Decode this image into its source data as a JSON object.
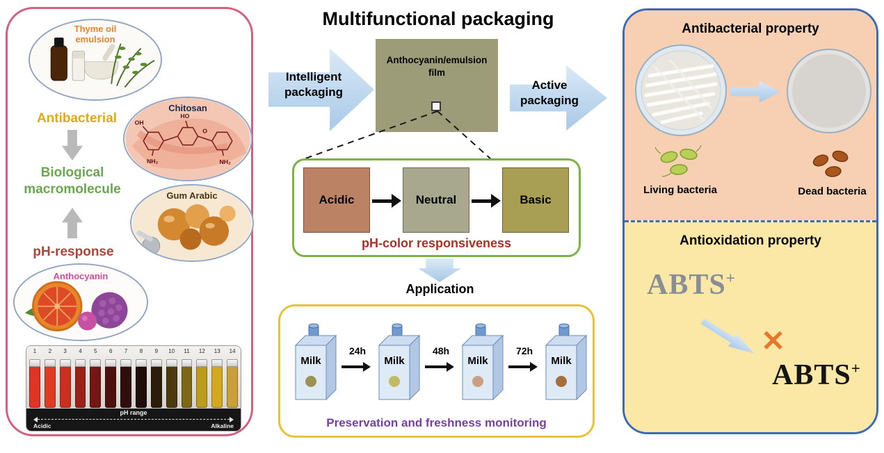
{
  "title": "Multifunctional packaging",
  "left_panel": {
    "thyme_label": "Thyme oil emulsion",
    "antibacterial_label": "Antibacterial",
    "chitosan_label": "Chitosan",
    "chem_labels": [
      "OH",
      "NH₂",
      "HO",
      "O",
      "NH₂"
    ],
    "biological_label": "Biological macromolecule",
    "gum_arabic_label": "Gum Arabic",
    "ph_response_label": "pH-response",
    "anthocyanin_label": "Anthocyanin",
    "ph_strip": {
      "numbers": [
        "1",
        "2",
        "3",
        "4",
        "5",
        "6",
        "7",
        "8",
        "9",
        "10",
        "11",
        "12",
        "13",
        "14"
      ],
      "vial_colors": [
        "#e03424",
        "#df3a22",
        "#cc2f1e",
        "#9c2018",
        "#741613",
        "#4e100d",
        "#300c0a",
        "#200c08",
        "#2d1c0a",
        "#4c3a0e",
        "#7d6816",
        "#bb9c1c",
        "#d2a81e",
        "#c99f38"
      ],
      "range_label": "pH range",
      "acidic_label": "Acidic",
      "alkaline_label": "Alkaline"
    }
  },
  "center": {
    "intelligent_label": "Intelligent packaging",
    "film_label": "Anthocyanin/emulsion film",
    "active_label": "Active packaging",
    "ph_boxes": {
      "acidic": {
        "label": "Acidic",
        "color": "#bb8264"
      },
      "neutral": {
        "label": "Neutral",
        "color": "#a7a88e"
      },
      "basic": {
        "label": "Basic",
        "color": "#a89f55"
      }
    },
    "ph_color_label": "pH-color responsiveness",
    "application_label": "Application",
    "milk": {
      "label": "Milk",
      "times": [
        "24h",
        "48h",
        "72h"
      ],
      "dot_colors": [
        "#9a9152",
        "#c3ba64",
        "#c9a084",
        "#a56f3c"
      ]
    },
    "preservation_label": "Preservation and freshness monitoring"
  },
  "right_panel": {
    "antibacterial_title": "Antibacterial property",
    "living_label": "Living bacteria",
    "dead_label": "Dead bacteria",
    "antioxidation_title": "Antioxidation property",
    "abts_initial": {
      "base": "ABTS",
      "sup": "+"
    },
    "abts_final": {
      "base": "ABTS",
      "sup": "+"
    },
    "cross_symbol": "✕"
  },
  "colors": {
    "left_border": "#d2607e",
    "right_border": "#3b6bb5",
    "green_border": "#7cb342",
    "yellow_border": "#e8c23a",
    "blue_arrow": "#a6c7e7",
    "film_box": "#9c9c78",
    "living_bacteria": "#b9cf55",
    "dead_bacteria": "#a9561c"
  }
}
